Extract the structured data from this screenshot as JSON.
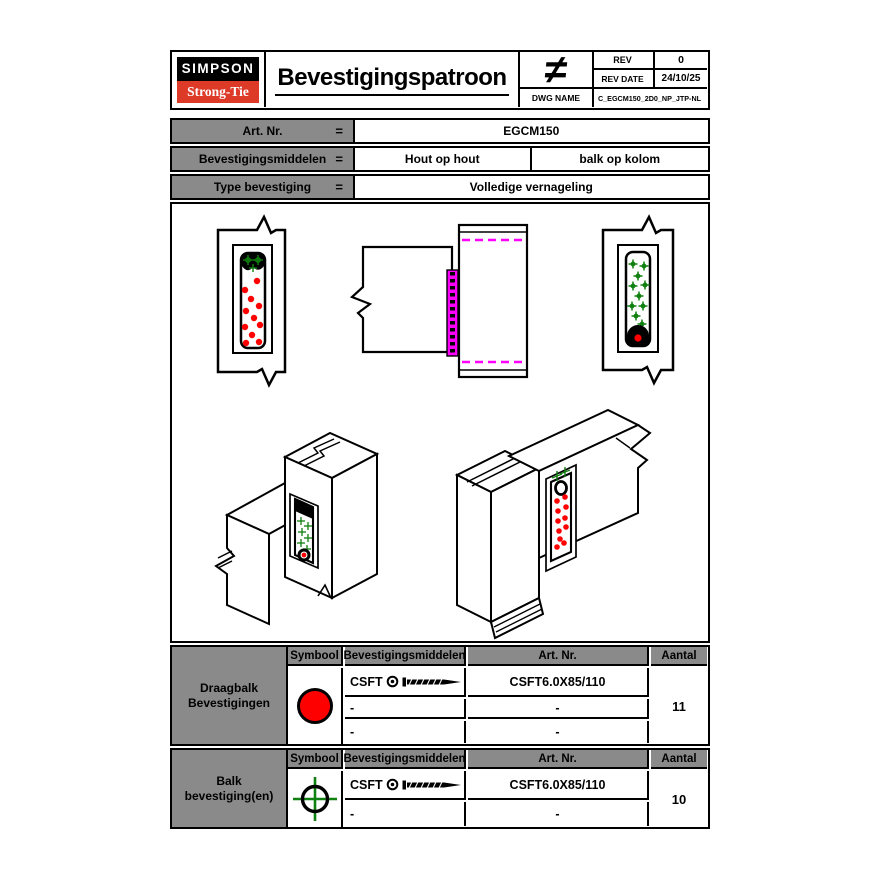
{
  "header": {
    "logo_top": "SIMPSON",
    "logo_bottom": "Strong-Tie",
    "title": "Bevestigingspatroon",
    "neq": "≠",
    "rev_label": "REV",
    "rev_value": "0",
    "rev_date_label": "REV DATE",
    "rev_date_value": "24/10/25",
    "dwg_label": "DWG NAME",
    "dwg_value": "C_EGCM150_2D0_NP_JTP-NL"
  },
  "info_rows": [
    {
      "label": "Art. Nr.",
      "eq": "=",
      "cells": [
        "EGCM150"
      ]
    },
    {
      "label": "Bevestigingsmiddelen",
      "eq": "=",
      "cells": [
        "Hout op hout",
        "balk op kolom"
      ]
    },
    {
      "label": "Type bevestiging",
      "eq": "=",
      "cells": [
        "Volledige vernageling"
      ]
    }
  ],
  "fastener_tables": [
    {
      "group_label": "Draagbalk Bevestigingen",
      "columns": [
        "Symbool",
        "Bevestigingsmiddelen",
        "Art. Nr.",
        "Aantal"
      ],
      "symbol": "red-filled-circle",
      "rows": [
        {
          "fastener": "CSFT",
          "art": "CSFT6.0X85/110"
        },
        {
          "fastener": "-",
          "art": "-"
        },
        {
          "fastener": "-",
          "art": "-"
        }
      ],
      "aantal": "11"
    },
    {
      "group_label": "Balk bevestiging(en)",
      "columns": [
        "Symbool",
        "Bevestigingsmiddelen",
        "Art. Nr.",
        "Aantal"
      ],
      "symbol": "green-crosshair-circle",
      "rows": [
        {
          "fastener": "CSFT",
          "art": "CSFT6.0X85/110"
        },
        {
          "fastener": "-",
          "art": "-"
        }
      ],
      "aantal": "10"
    }
  ],
  "colors": {
    "fastener_red": "#ff0000",
    "fastener_green": "#108010",
    "connector_magenta": "#ff00ff",
    "logo_red": "#dd3a28",
    "cell_gray": "#8a8a8a"
  }
}
